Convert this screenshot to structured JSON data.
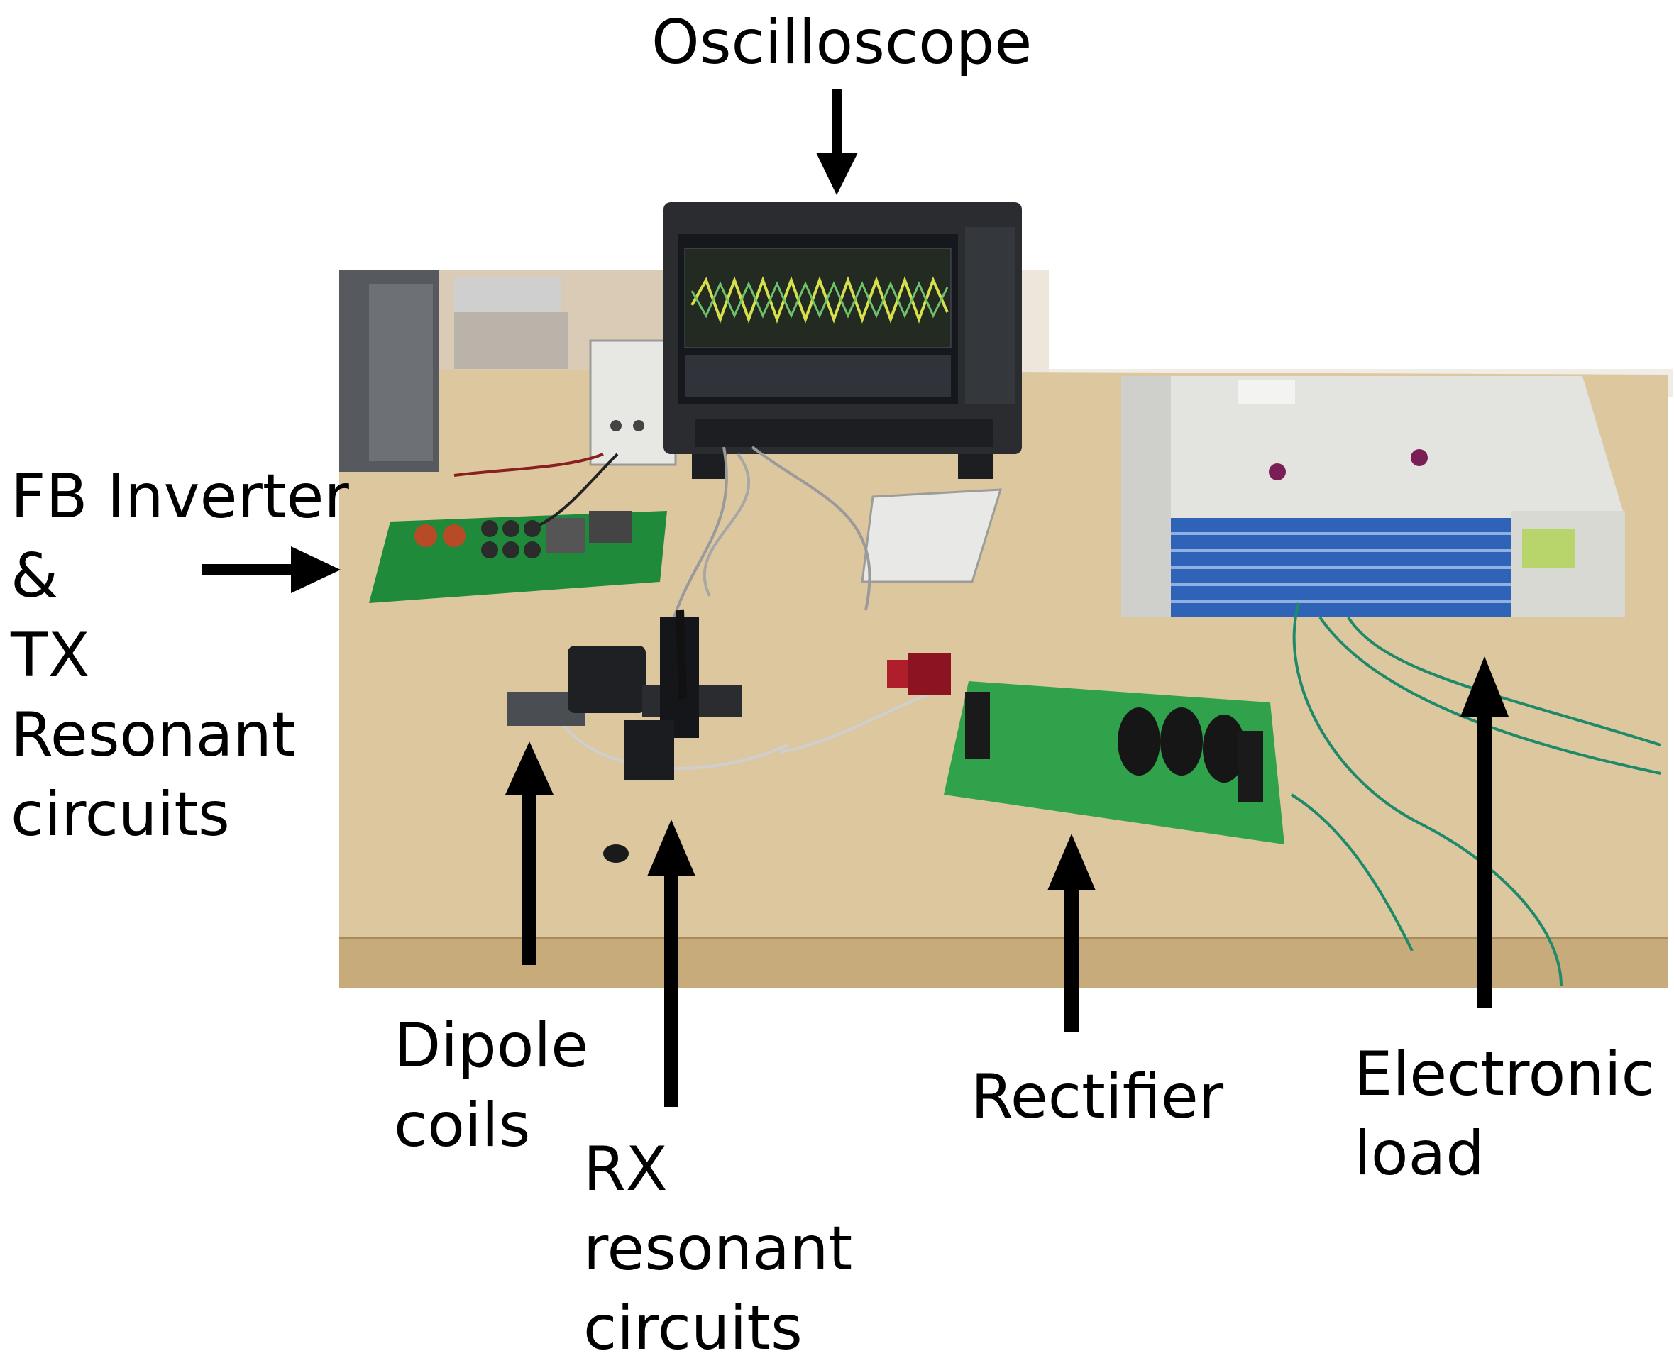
{
  "labels": {
    "oscilloscope": [
      "Oscilloscope"
    ],
    "fb_inverter": [
      "FB Inverter",
      "&",
      "TX",
      "Resonant",
      "circuits"
    ],
    "dipole_coils": [
      "Dipole",
      "coils"
    ],
    "rx_resonant": [
      "RX",
      "resonant",
      "circuits"
    ],
    "rectifier": [
      "Rectifier"
    ],
    "electronic_load": [
      "Electronic",
      "load"
    ]
  },
  "colors": {
    "background": "#ffffff",
    "text": "#000000",
    "arrow": "#000000",
    "table_top": "#d8c29a",
    "table_edge": "#c2a676",
    "pcb_green": "#1f8a3a",
    "load_blue": "#2e63b8",
    "load_body": "#dcdcd8",
    "scope_body": "#2a2c30"
  }
}
